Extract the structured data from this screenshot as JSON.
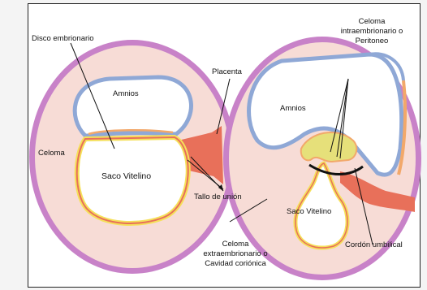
{
  "labels": {
    "disco": "Disco embrionario",
    "amnios_left": "Amnios",
    "placenta": "Placenta",
    "celoma_left": "Celoma",
    "saco_left": "Saco Vitelino",
    "tallo": "Tallo de unión",
    "celoma_intra": [
      "Celoma",
      "intraembrionario o",
      "Peritoneo"
    ],
    "amnios_right": "Amnios",
    "saco_right": "Saco Vitelino",
    "cordon": "Cordón umbilical",
    "celoma_extra": [
      "Celoma",
      "extraembrionario o",
      "Cavidad coriónica"
    ]
  },
  "colors": {
    "chorion": "#c882c8",
    "cavity": "#f7dcd6",
    "amnion_fill": "#ffffff",
    "amnion_border": "#8fa8d6",
    "ectoderm": "#f2a86a",
    "yolk_border": "#f5e05a",
    "mesoderm": "#e8705a",
    "embryo_yellow": "#e6e07a"
  }
}
